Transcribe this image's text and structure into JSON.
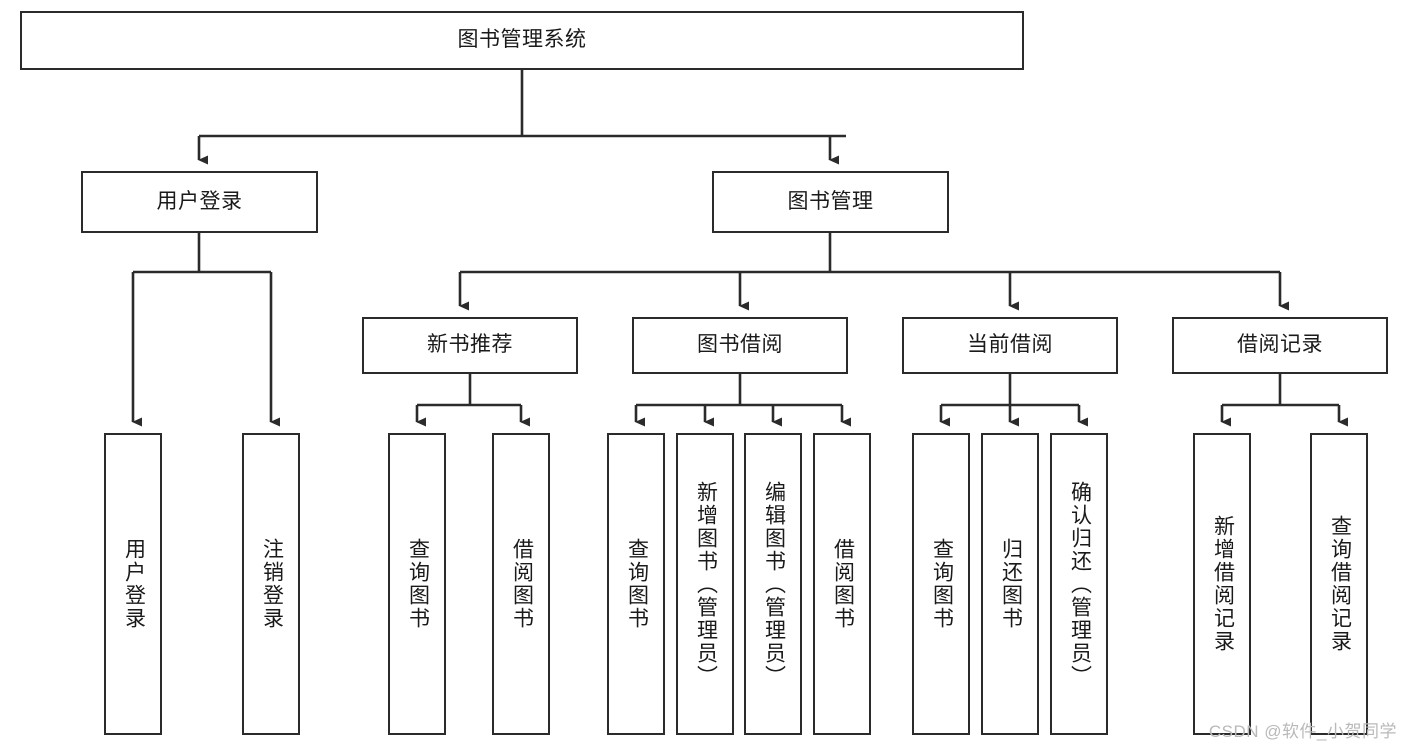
{
  "diagram": {
    "type": "hierarchy-tree",
    "title": "图书管理系统",
    "root": {
      "id": "root",
      "label": "图书管理系统"
    },
    "level2": [
      {
        "id": "user-login",
        "label": "用户登录"
      },
      {
        "id": "book-manage",
        "label": "图书管理"
      }
    ],
    "level3": [
      {
        "id": "new-book-recommend",
        "label": "新书推荐",
        "parent": "book-manage"
      },
      {
        "id": "book-borrow",
        "label": "图书借阅",
        "parent": "book-manage"
      },
      {
        "id": "current-borrow",
        "label": "当前借阅",
        "parent": "book-manage"
      },
      {
        "id": "borrow-record",
        "label": "借阅记录",
        "parent": "book-manage"
      }
    ],
    "leaves": [
      {
        "id": "leaf-user-login",
        "label": "用户登录",
        "parent": "user-login"
      },
      {
        "id": "leaf-logout-login",
        "label": "注销登录",
        "parent": "user-login"
      },
      {
        "id": "leaf-query-book-1",
        "label": "查询图书",
        "parent": "new-book-recommend"
      },
      {
        "id": "leaf-borrow-book-1",
        "label": "借阅图书",
        "parent": "new-book-recommend"
      },
      {
        "id": "leaf-query-book-2",
        "label": "查询图书",
        "parent": "book-borrow"
      },
      {
        "id": "leaf-add-book",
        "label": "新增图书（管理员）",
        "parent": "book-borrow"
      },
      {
        "id": "leaf-edit-book",
        "label": "编辑图书（管理员）",
        "parent": "book-borrow"
      },
      {
        "id": "leaf-borrow-book-2",
        "label": "借阅图书",
        "parent": "book-borrow"
      },
      {
        "id": "leaf-query-book-3",
        "label": "查询图书",
        "parent": "current-borrow"
      },
      {
        "id": "leaf-return-book",
        "label": "归还图书",
        "parent": "current-borrow"
      },
      {
        "id": "leaf-confirm-return",
        "label": "确认归还（管理员）",
        "parent": "current-borrow"
      },
      {
        "id": "leaf-add-record",
        "label": "新增借阅记录",
        "parent": "borrow-record"
      },
      {
        "id": "leaf-query-record",
        "label": "查询借阅记录",
        "parent": "borrow-record"
      }
    ]
  },
  "watermark": {
    "text": "CSDN @软件_小贺同学"
  },
  "colors": {
    "stroke": "#2b2b2b",
    "fill": "#ffffff",
    "text": "#1a1a1a",
    "watermark": "#b9b9b9"
  }
}
